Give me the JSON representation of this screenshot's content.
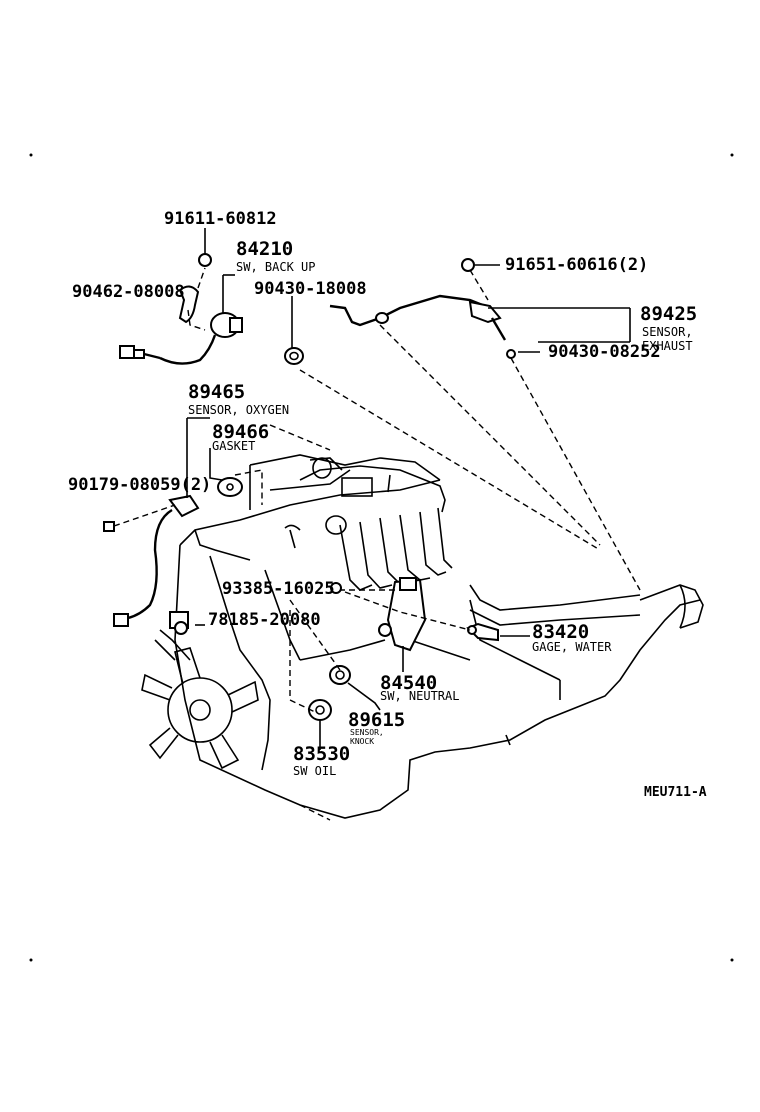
{
  "diagram_code": "MEU711-A",
  "parts": {
    "p91611": {
      "number": "91611-60812",
      "desc": ""
    },
    "p84210": {
      "number": "84210",
      "desc": "SW, BACK UP"
    },
    "p90462": {
      "number": "90462-08008",
      "desc": ""
    },
    "p90430a": {
      "number": "90430-18008",
      "desc": ""
    },
    "p91651": {
      "number": "91651-60616(2)",
      "desc": ""
    },
    "p89425": {
      "number": "89425",
      "desc1": "SENSOR,",
      "desc2": "EXHAUST"
    },
    "p90430b": {
      "number": "90430-08252",
      "desc": ""
    },
    "p89465": {
      "number": "89465",
      "desc": "SENSOR, OXYGEN"
    },
    "p89466": {
      "number": "89466",
      "desc": "GASKET"
    },
    "p90179": {
      "number": "90179-08059(2)",
      "desc": ""
    },
    "p93385": {
      "number": "93385-16025",
      "desc": ""
    },
    "p78185": {
      "number": "78185-20080",
      "desc": ""
    },
    "p83420": {
      "number": "83420",
      "desc": "GAGE, WATER"
    },
    "p84540": {
      "number": "84540",
      "desc": "SW, NEUTRAL"
    },
    "p89615": {
      "number": "89615",
      "desc1": "SENSOR,",
      "desc2": "KNOCK"
    },
    "p83530": {
      "number": "83530",
      "desc": "SW OIL"
    }
  }
}
